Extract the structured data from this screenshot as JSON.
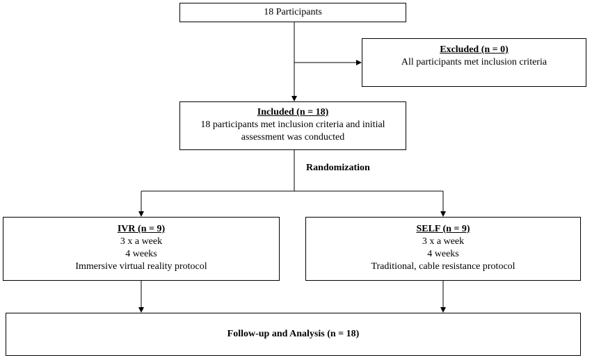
{
  "participants": {
    "text": "18 Participants"
  },
  "excluded": {
    "heading": "Excluded (n = 0)",
    "text": "All participants met inclusion criteria"
  },
  "included": {
    "heading": "Included (n = 18)",
    "line1": "18 participants met inclusion criteria and initial",
    "line2": "assessment was conducted"
  },
  "randomization": {
    "label": "Randomization"
  },
  "ivr": {
    "heading": "IVR (n = 9)",
    "line1": "3 x a week",
    "line2": "4 weeks",
    "line3": "Immersive virtual reality protocol"
  },
  "self": {
    "heading": "SELF (n = 9)",
    "line1": "3 x a week",
    "line2": "4 weeks",
    "line3": "Traditional, cable resistance protocol"
  },
  "followup": {
    "text": "Follow-up and Analysis (n = 18)"
  },
  "colors": {
    "line": "#000000",
    "background": "#ffffff"
  }
}
